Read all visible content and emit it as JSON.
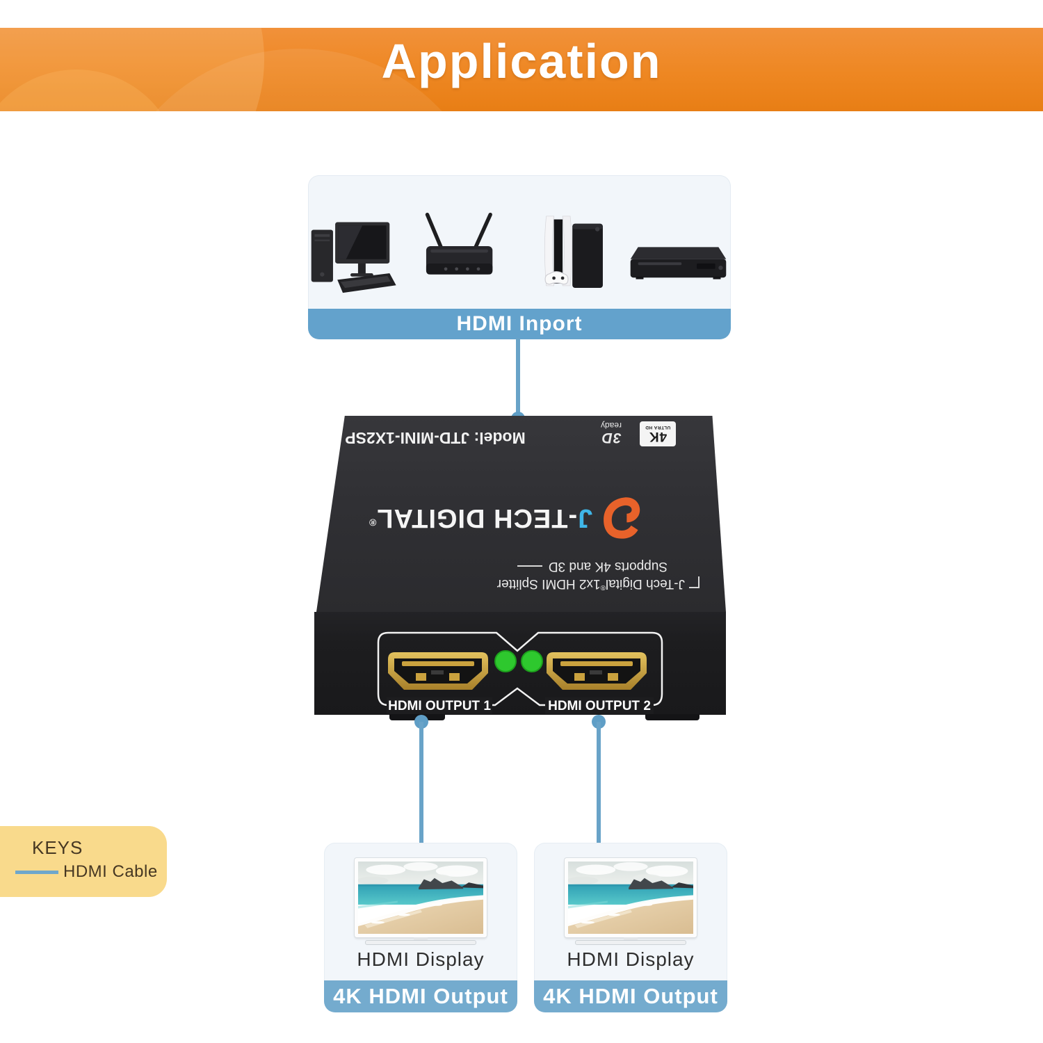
{
  "header": {
    "title": "Application"
  },
  "source_panel": {
    "label": "HDMI Inport",
    "device_icons": [
      "desktop-computer-icon",
      "wifi-router-icon",
      "game-console-icon",
      "dvd-player-icon"
    ]
  },
  "splitter": {
    "model": "Model: JTD-MINI-1X2SP",
    "badge_3d": {
      "big": "3D",
      "small": "ready"
    },
    "badge_4k": {
      "big": "4K",
      "small": "ULTRA HD"
    },
    "brand": {
      "j": "J",
      "rest": "-TECH DIGITAL",
      "reg": "®"
    },
    "description": {
      "line1_brand": "J-Tech Digital",
      "line1_reg": "®",
      "line1_rest": " 1x2 HDMI Splitter",
      "line2": "Supports 4K and 3D"
    },
    "output1_label": "HDMI OUTPUT 1",
    "output2_label": "HDMI OUTPUT 2"
  },
  "displays": [
    {
      "caption": "HDMI Display",
      "banner": "4K HDMI Output"
    },
    {
      "caption": "HDMI Display",
      "banner": "4K HDMI Output"
    }
  ],
  "legend": {
    "title": "KEYS",
    "items": [
      {
        "label": "HDMI Cable",
        "color": "#6fa7cb"
      }
    ]
  },
  "colors": {
    "accent_orange": "#ee8722",
    "input_bar_blue": "#63a2cc",
    "output_bar_blue": "#74abce",
    "cable_blue": "#69a3c8",
    "led_green": "#2ec82e",
    "panel_bg": "#f2f6fa",
    "legend_bg": "#f9da8c",
    "device_top": "#303034",
    "device_front": "#1d1d1f",
    "brand_orange": "#e8622a",
    "brand_cyan": "#3fb6e8"
  }
}
